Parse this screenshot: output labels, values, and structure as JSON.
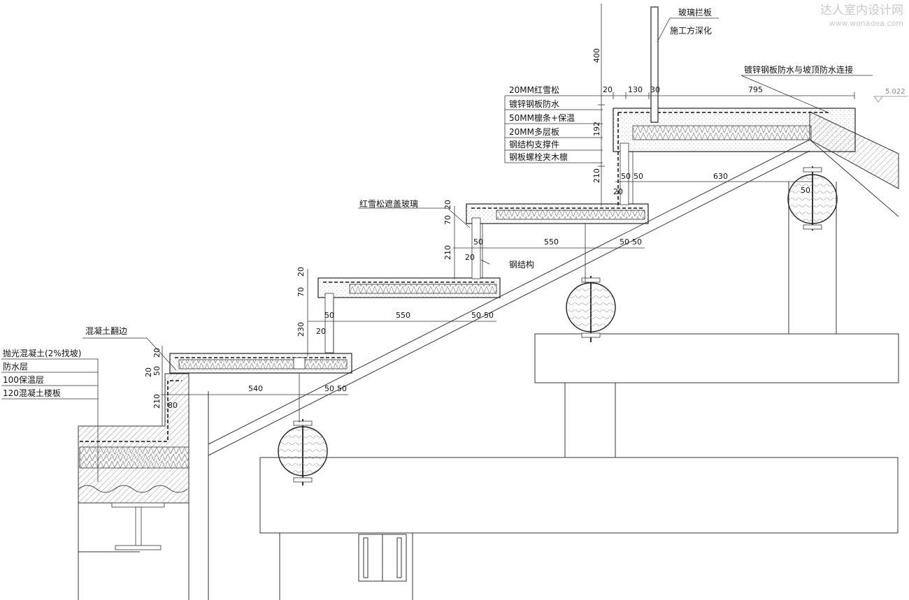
{
  "watermark": {
    "site_name": "达人室内设计网",
    "site_url": "www.wonadea.com"
  },
  "elevation_mark": "5.022",
  "callouts": {
    "glass_railing_line1": "玻璃拦板",
    "glass_railing_line2": "施工方深化",
    "galvanized_steel_waterproof_link": "镀锌钢板防水与坡顶防水连接",
    "red_cedar_glass_cover": "红雪松遮盖玻璃",
    "steel_structure": "钢结构",
    "concrete_upturn": "混凝土翻边"
  },
  "roof_layers": [
    "20MM红雪松",
    "镀锌钢板防水",
    "50MM檩条+保温",
    "20MM多层板",
    "钢结构支撑件",
    "钢板螺栓夹木檩"
  ],
  "floor_layers": [
    "抛光混凝土(2%找坡)",
    "防水层",
    "100保温层",
    "120混凝土楼板"
  ],
  "dimensions": {
    "d400": "400",
    "d20": "20",
    "d130": "130",
    "d30": "30",
    "d795": "795",
    "d192": "192",
    "d210": "210",
    "d50": "50",
    "d630": "630",
    "d70": "70",
    "d550": "550",
    "d230": "230",
    "d540": "540",
    "d80": "80"
  }
}
